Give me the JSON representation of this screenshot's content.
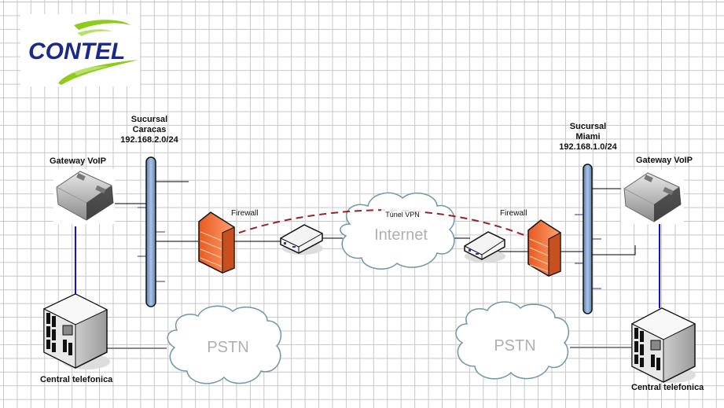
{
  "logo": {
    "text": "CONTEL",
    "text_color": "#1a2a8a",
    "swoosh_color": "#8ccc1a"
  },
  "branches": [
    {
      "id": "caracas",
      "title_line1": "Sucursal",
      "title_line2": "Caracas",
      "subnet": "192.168.2.0/24",
      "gateway_label": "Gateway VoIP",
      "firewall_label": "Firewall",
      "pbx_label": "Central telefonica",
      "pstn_label": "PSTN"
    },
    {
      "id": "miami",
      "title_line1": "Sucursal",
      "title_line2": "Miami",
      "subnet": "192.168.1.0/24",
      "gateway_label": "Gateway VoIP",
      "firewall_label": "Firewall",
      "pbx_label": "Central telefonica",
      "pstn_label": "PSTN"
    }
  ],
  "internet": {
    "label": "Internet",
    "vpn_label": "Túnel VPN"
  },
  "colors": {
    "vpn_line": "#9b2222",
    "voip_link": "#1010e0",
    "bus": "#8fb0d8",
    "firewall": "#f27a3a",
    "cloud_stroke": "#6e98a8"
  }
}
